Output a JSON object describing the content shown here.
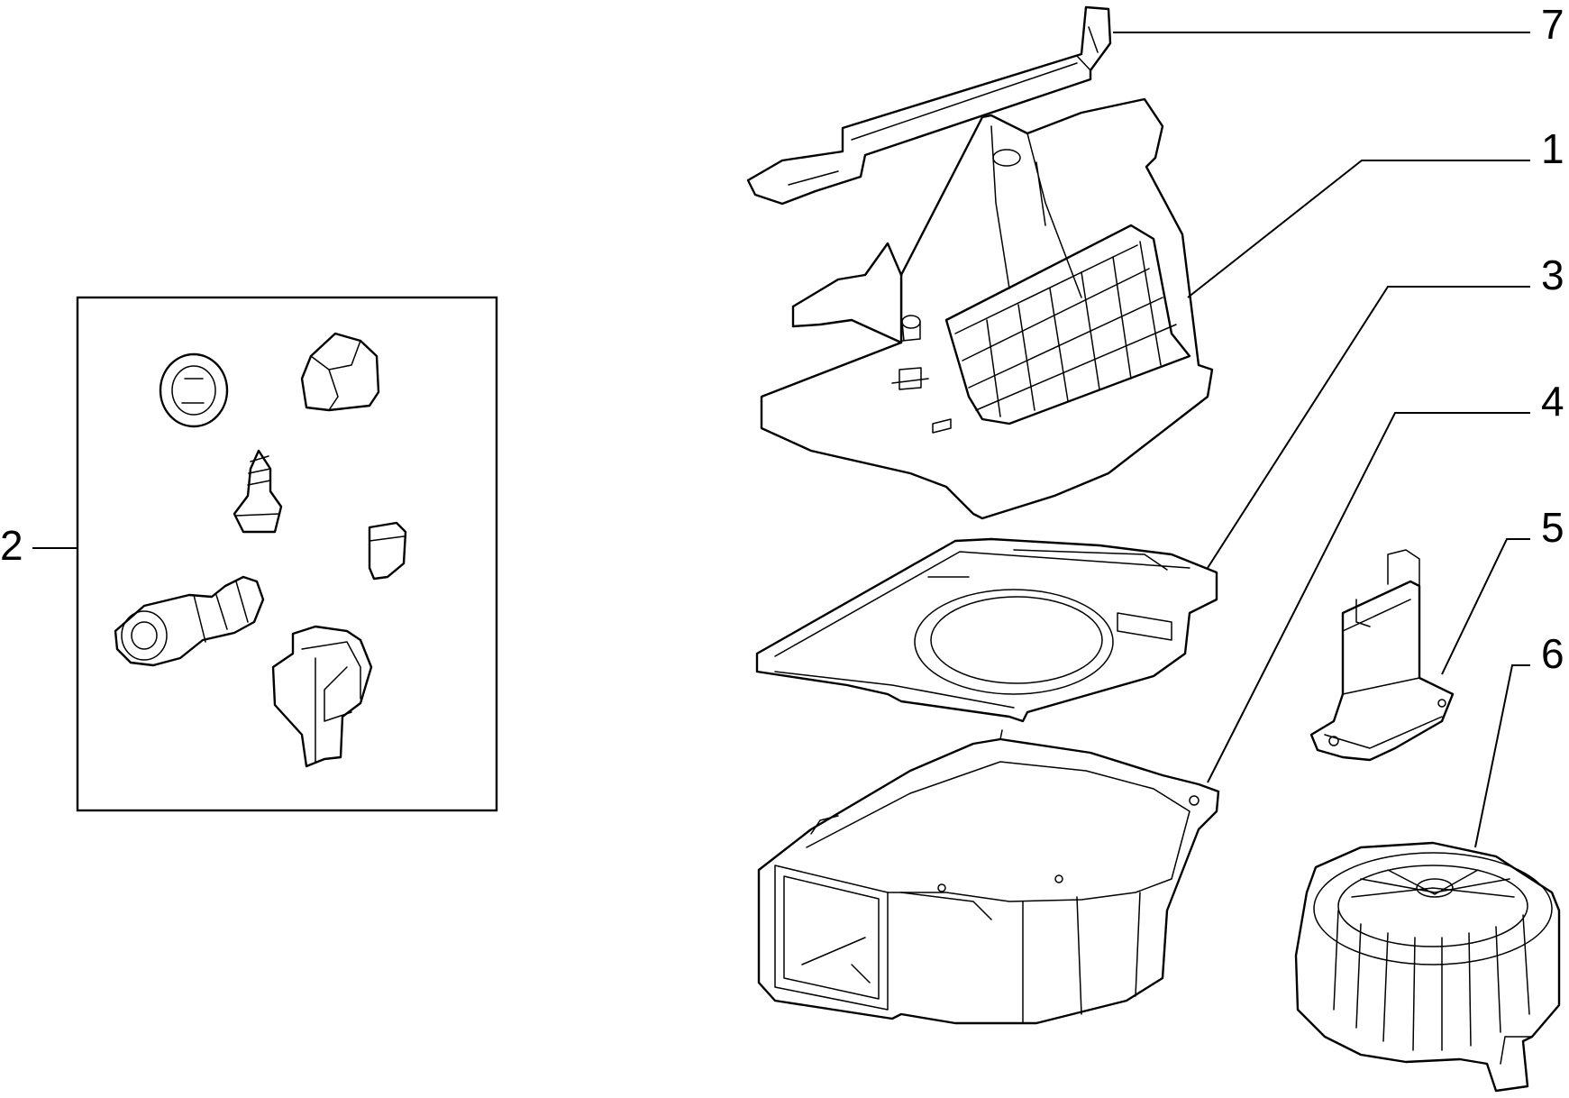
{
  "callouts": [
    {
      "id": "7",
      "label": "7"
    },
    {
      "id": "1",
      "label": "1"
    },
    {
      "id": "3",
      "label": "3"
    },
    {
      "id": "4",
      "label": "4"
    },
    {
      "id": "5",
      "label": "5"
    },
    {
      "id": "6",
      "label": "6"
    },
    {
      "id": "2",
      "label": "2"
    }
  ]
}
